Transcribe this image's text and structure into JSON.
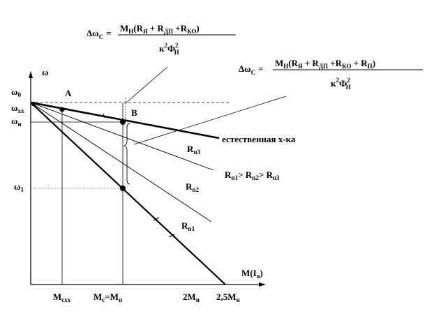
{
  "axes": {
    "y_label": "ω",
    "x_label_main": "M(I",
    "x_label_sub": "я",
    "x_label_close": ")"
  },
  "y_ticks": {
    "omega0_main": "ω",
    "omega0_sub": "0",
    "omegaxx_main": "ω",
    "omegaxx_sub": "хх",
    "omegan_main": "ω",
    "omegan_sub": "н",
    "omega1_main": "ω",
    "omega1_sub": "1"
  },
  "x_ticks": {
    "mcxx_main": "M",
    "mcxx_sub": "cxx",
    "mc_main": "M",
    "mc_sub": "c",
    "mc_eq": "=M",
    "mc_eq_sub": "н",
    "two_mn_main": "2M",
    "two_mn_sub": "н",
    "twofive_mn_main": "2,5M",
    "twofive_mn_sub": "н"
  },
  "points": {
    "a": "A",
    "b": "B"
  },
  "curves": {
    "natural": "естественная х-ка",
    "rp3_main": "R",
    "rp3_sub": "п3",
    "rp2_main": "R",
    "rp2_sub": "п2",
    "rp1_main": "R",
    "rp1_sub": "п1",
    "relation": {
      "r1": "R",
      "s1": "п1",
      "gt1": "> R",
      "s2": "п2",
      "gt2": "> R",
      "s3": "п3"
    }
  },
  "formula1": {
    "lhs": "Δω",
    "lhs_sub": "C",
    "eq": "=",
    "num_m": "M",
    "num_m_sub": "Н",
    "num_open": "(R",
    "num_r1_sub": "Я",
    "num_plus1": " + R",
    "num_r2_sub": "ДП",
    "num_plus2": " +R",
    "num_r3_sub": "КО",
    "num_close": ")",
    "den_k": "к",
    "den_k_sup": "2",
    "den_phi": "Ф",
    "den_phi_sup": "2",
    "den_phi_sub": "Н"
  },
  "formula2": {
    "lhs": "Δω",
    "lhs_sub": "C",
    "eq": "=",
    "num_m": "M",
    "num_m_sub": "Н",
    "num_open": "(R",
    "num_r1_sub": "Я",
    "num_plus1": " + R",
    "num_r2_sub": "ДП",
    "num_plus2": " +R",
    "num_r3_sub": "КО",
    "num_plus3": " + R",
    "num_r4_sub": "П",
    "num_close": ")",
    "den_k": "к",
    "den_k_sup": "2",
    "den_phi": "Ф",
    "den_phi_sup": "2",
    "den_phi_sub": "Н"
  }
}
